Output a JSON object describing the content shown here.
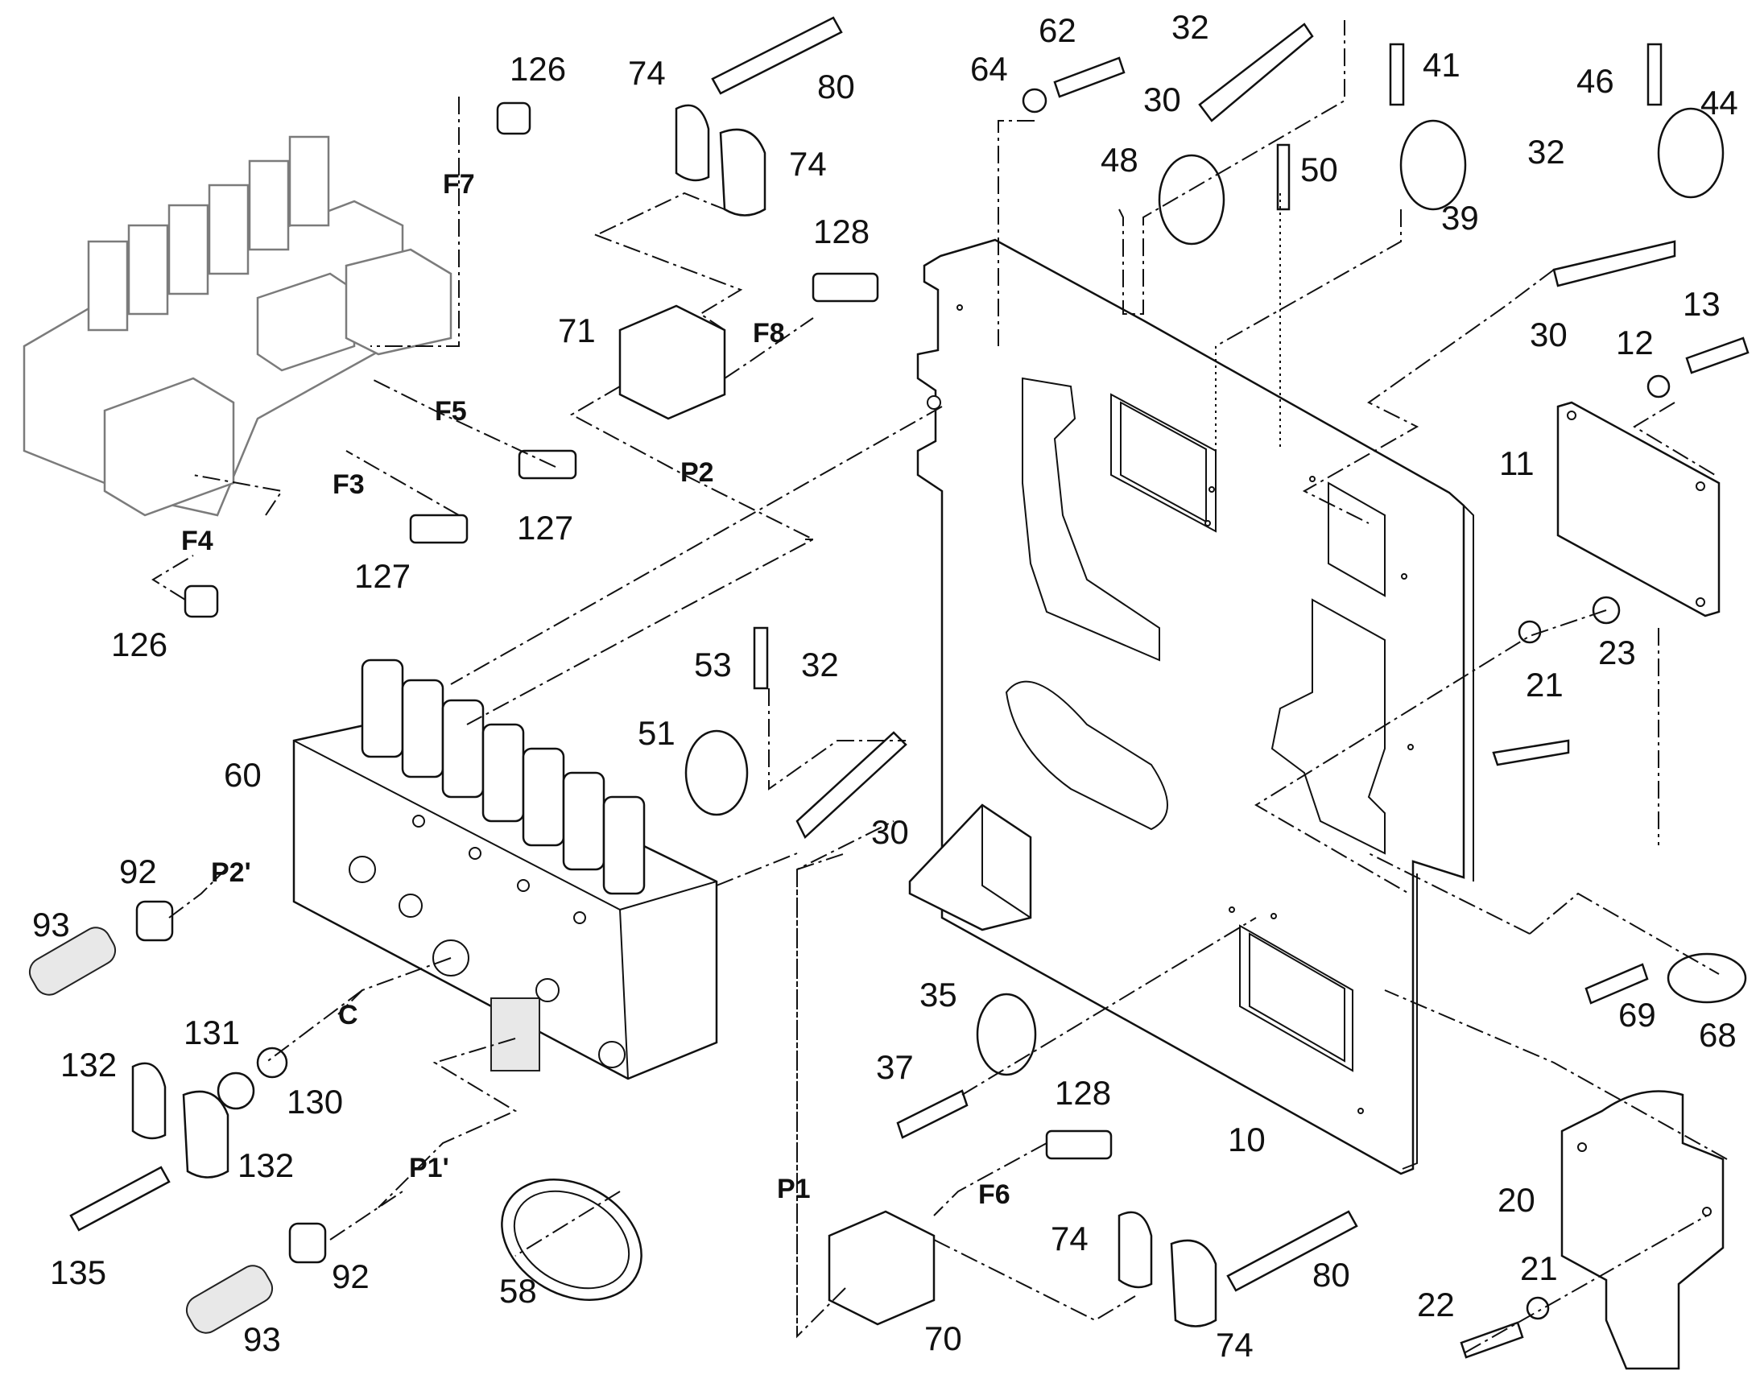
{
  "diagram": {
    "part_numbers": {
      "p126a": "126",
      "p126b": "126",
      "p127a": "127",
      "p127b": "127",
      "p74a": "74",
      "p74b": "74",
      "p74c": "74",
      "p74d": "74",
      "p80a": "80",
      "p80b": "80",
      "p128a": "128",
      "p128b": "128",
      "p71": "71",
      "p70": "70",
      "p64": "64",
      "p62": "62",
      "p32a": "32",
      "p32b": "32",
      "p32c": "32",
      "p30a": "30",
      "p30b": "30",
      "p30c": "30",
      "p48": "48",
      "p50": "50",
      "p41": "41",
      "p39": "39",
      "p46": "46",
      "p44": "44",
      "p13": "13",
      "p12": "12",
      "p11": "11",
      "p21a": "21",
      "p21b": "21",
      "p23": "23",
      "p22": "22",
      "p20": "20",
      "p10": "10",
      "p53": "53",
      "p51": "51",
      "p60": "60",
      "p92a": "92",
      "p92b": "92",
      "p93a": "93",
      "p93b": "93",
      "p131": "131",
      "p130": "130",
      "p132a": "132",
      "p132b": "132",
      "p135": "135",
      "p58": "58",
      "p35": "35",
      "p37": "37",
      "p69": "69",
      "p68": "68"
    },
    "port_labels": {
      "F7": "F7",
      "F5": "F5",
      "F3": "F3",
      "F4": "F4",
      "F8": "F8",
      "F6": "F6",
      "P2": "P2",
      "P1": "P1",
      "P2p": "P2'",
      "P1p": "P1'",
      "C": "C"
    }
  }
}
